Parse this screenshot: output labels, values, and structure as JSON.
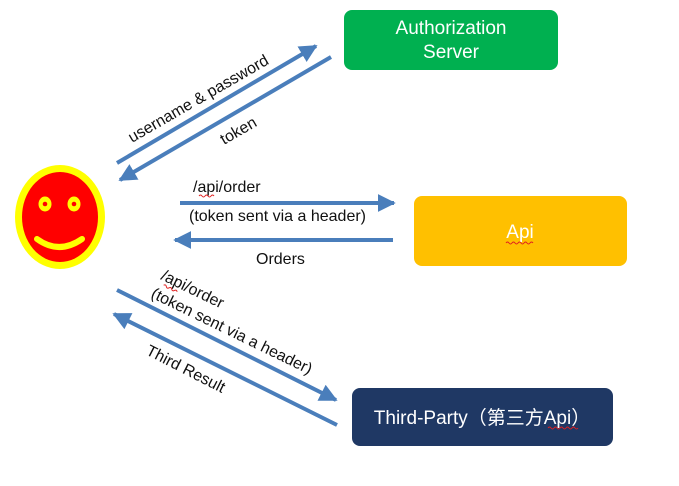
{
  "nodes": {
    "auth_server": {
      "line1": "Authorization",
      "line2": "Server",
      "color": "#00b050"
    },
    "api": {
      "label": "Api",
      "color": "#ffc000"
    },
    "third_party": {
      "label": "Third-Party（第三方Api）",
      "color": "#1f3864"
    },
    "user": {
      "icon": "smiley-face-icon",
      "face_color": "#ff0000",
      "ring_color": "#ffff00",
      "feature_color": "#ffff00"
    }
  },
  "edges": {
    "login": {
      "label": "username & password"
    },
    "token": {
      "label": "token"
    },
    "api_request": {
      "line1": "/api/order",
      "line2": "(token sent via a header)"
    },
    "orders": {
      "label": "Orders"
    },
    "third_request": {
      "line1": "/api/order",
      "line2": "(token sent via a header)"
    },
    "third_result": {
      "label": "Third Result"
    }
  },
  "colors": {
    "arrow": "#4a7ebb"
  }
}
